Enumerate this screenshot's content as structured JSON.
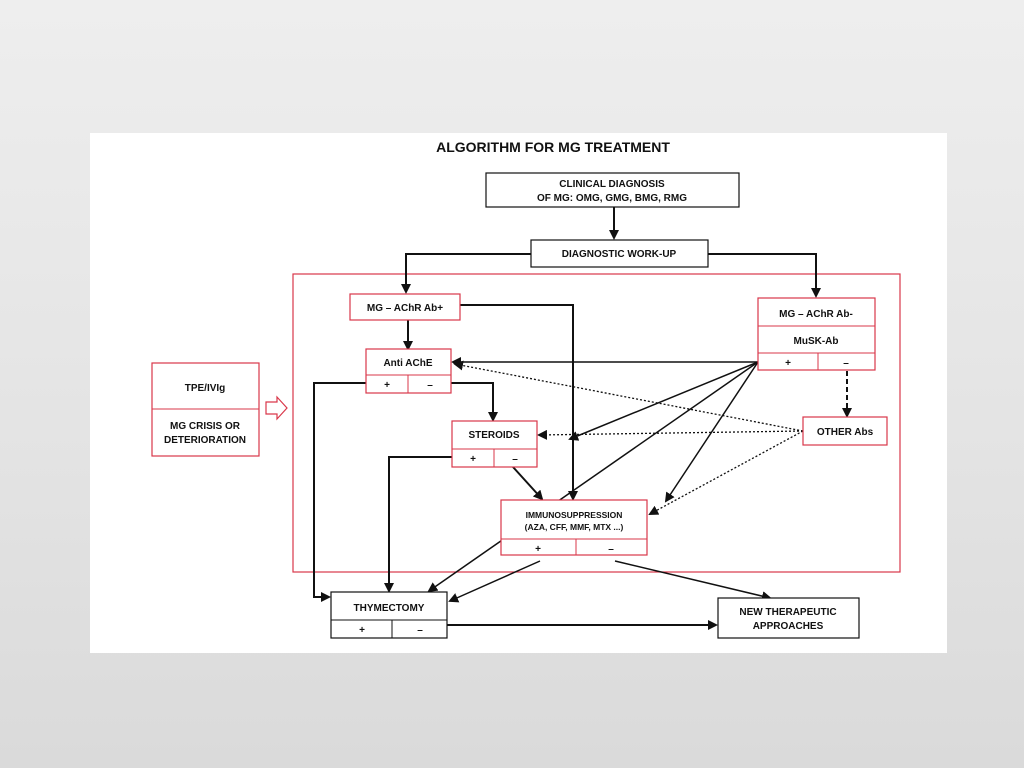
{
  "title": "ALGORITHM FOR MG TREATMENT",
  "nodes": {
    "clinical_diagnosis": {
      "line1": "CLINICAL DIAGNOSIS",
      "line2": "OF MG: OMG, GMG, BMG, RMG"
    },
    "diagnostic_workup": "DIAGNOSTIC WORK-UP",
    "achr_pos": "MG – AChR Ab+",
    "achr_neg": {
      "line1": "MG – AChR Ab-",
      "line2": "MuSK-Ab",
      "plus": "+",
      "minus": "–"
    },
    "anti_ache": {
      "label": "Anti AChE",
      "plus": "+",
      "minus": "–"
    },
    "steroids": {
      "label": "STEROIDS",
      "plus": "+",
      "minus": "–"
    },
    "immunosuppression": {
      "line1": "IMMUNOSUPPRESSION",
      "line2": "(AZA, CFF, MMF, MTX ...)",
      "plus": "+",
      "minus": "–"
    },
    "other_abs": "OTHER Abs",
    "tpe_ivig": "TPE/IVIg",
    "mg_crisis": {
      "line1": "MG CRISIS OR",
      "line2": "DETERIORATION"
    },
    "thymectomy": {
      "label": "THYMECTOMY",
      "plus": "+",
      "minus": "–"
    },
    "new_therapeutic": {
      "line1": "NEW THERAPEUTIC",
      "line2": "APPROACHES"
    }
  },
  "colors": {
    "red_box": "#d9374a",
    "black_box": "#111111",
    "arrow": "#111111"
  }
}
